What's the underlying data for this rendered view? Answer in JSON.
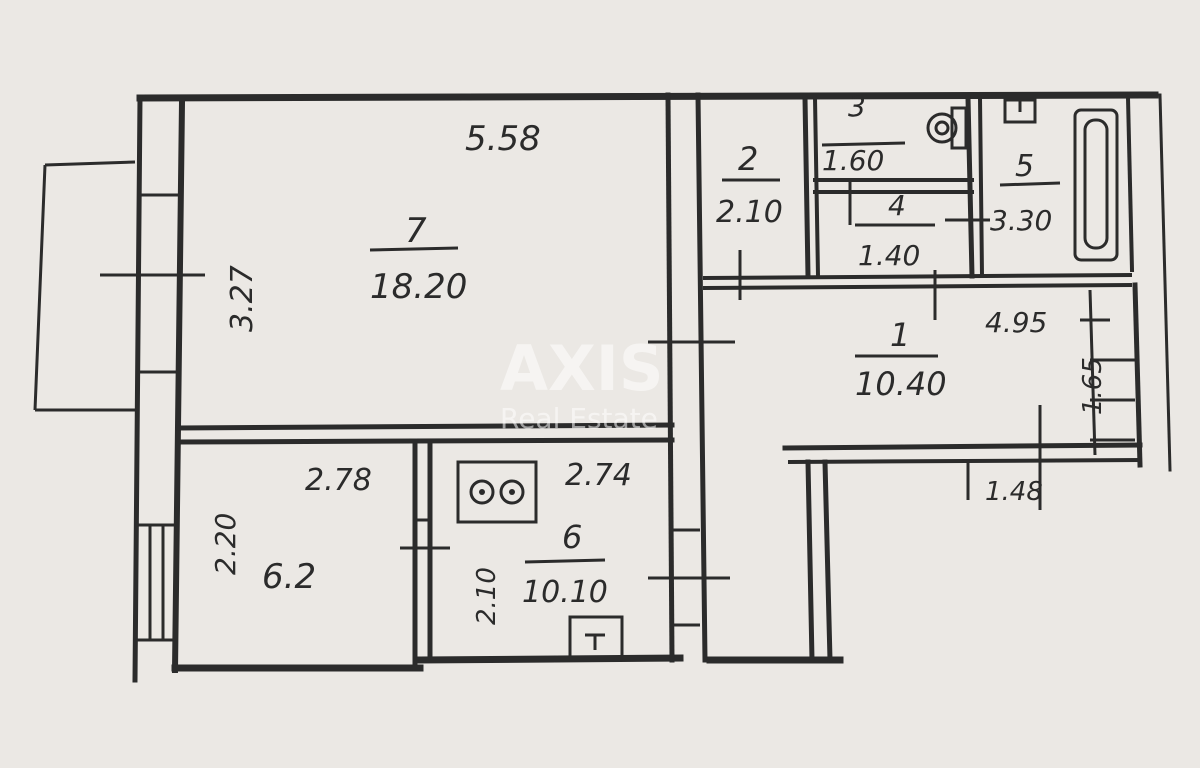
{
  "watermark": {
    "brand": "AXIS",
    "subtitle": "Real Estate"
  },
  "rooms": [
    {
      "id": "room-7",
      "number": "7",
      "area": "18.20",
      "width": "5.58",
      "depth": "3.27"
    },
    {
      "id": "room-1",
      "number": "1",
      "area": "10.40",
      "width": "4.95",
      "depth": "1.65",
      "side": "1.48"
    },
    {
      "id": "room-2",
      "number": "2",
      "area": "2.10"
    },
    {
      "id": "room-3",
      "number": "3",
      "area": "1.60"
    },
    {
      "id": "room-4",
      "number": "4",
      "area": "1.40"
    },
    {
      "id": "room-5",
      "number": "5",
      "area": "3.30"
    },
    {
      "id": "room-6",
      "number": "6",
      "area": "10.10",
      "width": "2.74",
      "depth": "2.10"
    },
    {
      "id": "room-area-62",
      "area": "6.2",
      "width": "2.78",
      "depth": "2.20"
    }
  ],
  "labels": {
    "r7_num": "7",
    "r7_area": "18.20",
    "r7_w": "5.58",
    "r7_d": "3.27",
    "r1_num": "1",
    "r1_area": "10.40",
    "r1_w": "4.95",
    "r1_d": "1.65",
    "r1_s": "1.48",
    "r2_num": "2",
    "r2_area": "2.10",
    "r3_num": "3",
    "r3_area": "1.60",
    "r4_num": "4",
    "r4_area": "1.40",
    "r5_num": "5",
    "r5_area": "3.30",
    "r6_num": "6",
    "r6_area": "10.10",
    "r6_w": "2.74",
    "r6_d": "2.10",
    "r62_area": "6.2",
    "r62_w": "2.78",
    "r62_d": "2.20"
  }
}
